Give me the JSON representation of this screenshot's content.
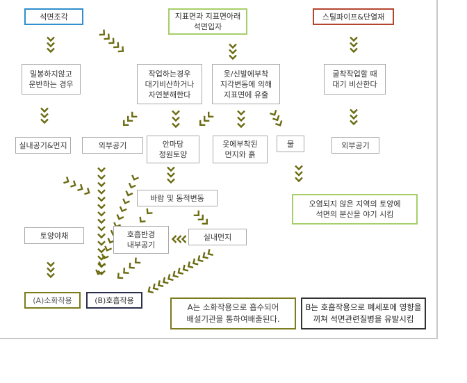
{
  "colors": {
    "arrow": "#6b6b12",
    "blue": "#2f8fcf",
    "green": "#a6cf6a",
    "red": "#b5452f",
    "olive": "#7a7a1e",
    "navy": "#2b2f4a"
  },
  "nodes": {
    "n1": "석면조각",
    "n2": "지표면과 지표면아래\n석면입자",
    "n3": "스틸파이프&단열재",
    "n4": "밀봉하지않고\n운반하는 경우",
    "n5": "작업하는경우\n대기비산하거나\n자연분해한다",
    "n6": "옷/신발에부착\n지각변동에 의해\n지표면에 유출",
    "n7": "굴착작업할 때\n대기 비산한다",
    "n8": "실내공기&먼지",
    "n9": "외부공기",
    "n10": "안마당\n정원토양",
    "n11": "옷에부착된\n먼지와 흙",
    "n12": "물",
    "n13": "외부공기",
    "n14": "바람 및 동적변동",
    "n15": "오염되지 않은 지역의 토양에\n석면의 분산을 야기 시킴",
    "n16": "토양야채",
    "n17": "호흡반경\n내부공기",
    "n18": "실내먼지",
    "n19": "(A)소화작용",
    "n20": "(B)호흡작용",
    "n21": "A는 소화작용으로 흡수되어\n배설기관을 통하여배출된다.",
    "n22": "B는 호흡작용으로 폐세포에 영향을\n끼쳐 석면관련질병을 유발시킴"
  }
}
